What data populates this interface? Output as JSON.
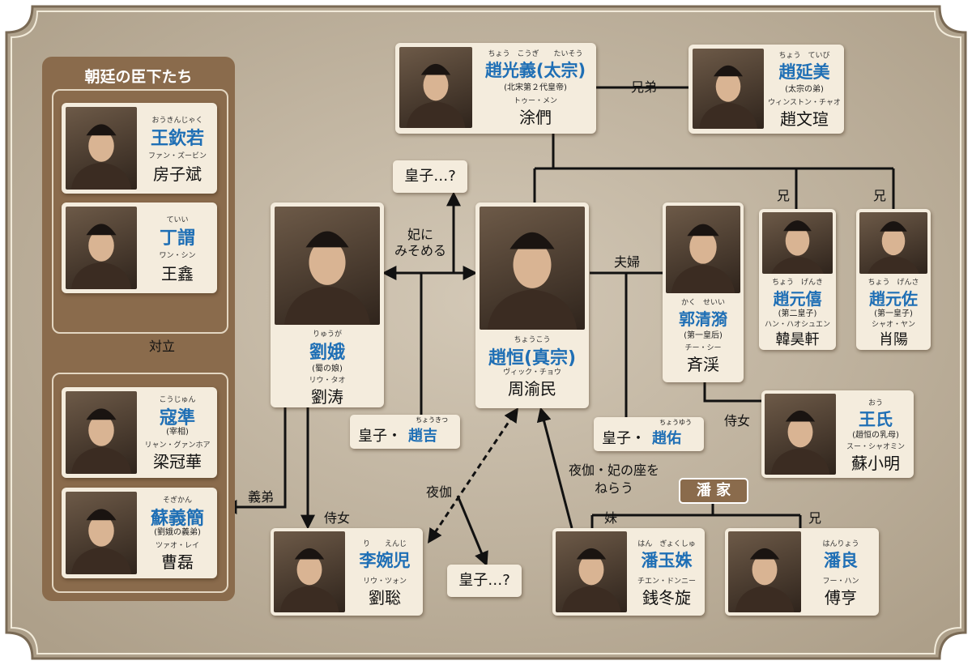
{
  "panel_title": "朝廷の臣下たち",
  "family_badge": "潘 家",
  "people": {
    "taizong": {
      "ruby": "ちょう　こうぎ　　たいそう",
      "name": "趙光義(太宗)",
      "role": "(北宋第２代皇帝)",
      "actor_ruby": "トゥー・メン",
      "actor": "涂們"
    },
    "zhaoyanmei": {
      "ruby": "ちょう　ていび",
      "name": "趙延美",
      "role": "(太宗の弟)",
      "actor_ruby": "ウィンストン・チャオ",
      "actor": "趙文瑄"
    },
    "wangqinruo": {
      "ruby": "おうきんじゃく",
      "name": "王欽若",
      "actor_ruby": "ファン・ズービン",
      "actor": "房子斌"
    },
    "dingwei": {
      "ruby": "ていい",
      "name": "丁謂",
      "actor_ruby": "ワン・シン",
      "actor": "王鑫"
    },
    "kouzhun": {
      "ruby": "こうじゅん",
      "name": "寇準",
      "role": "(宰相)",
      "actor_ruby": "リャン・グァンホア",
      "actor": "梁冠華"
    },
    "suyijian": {
      "ruby": "そぎかん",
      "name": "蘇義簡",
      "role": "(劉娥の義弟)",
      "actor_ruby": "ツァオ・レイ",
      "actor": "曹磊"
    },
    "liue": {
      "ruby": "りゅうが",
      "name": "劉娥",
      "role": "(蜀の娘)",
      "actor_ruby": "リウ・タオ",
      "actor": "劉涛"
    },
    "zhenzong": {
      "ruby": "ちょうこう",
      "name": "趙恒(真宗)",
      "actor_ruby": "ヴィック・チョウ",
      "actor": "周渝民"
    },
    "guoqingyi": {
      "ruby": "かく　せいい",
      "name": "郭清漪",
      "role": "(第一皇后)",
      "actor_ruby": "チー・シー",
      "actor": "斉渓"
    },
    "zhaoyuanxi": {
      "ruby": "ちょう　げんき",
      "name": "趙元僖",
      "role": "(第二皇子)",
      "actor_ruby": "ハン・ハオシュエン",
      "actor": "韓昊軒"
    },
    "zhaoyuanzuo": {
      "ruby": "ちょう　げんさ",
      "name": "趙元佐",
      "role": "(第一皇子)",
      "actor_ruby": "シャオ・ヤン",
      "actor": "肖陽"
    },
    "wangshi": {
      "ruby": "おう",
      "name": "王氏",
      "role": "(趙恒の乳母)",
      "actor_ruby": "スー・シャオミン",
      "actor": "蘇小明"
    },
    "liwaner": {
      "ruby": "り　　えんじ",
      "name": "李婉児",
      "actor_ruby": "リウ・ツォン",
      "actor": "劉聡"
    },
    "panyushu": {
      "ruby": "はん　ぎょくしゅ",
      "name": "潘玉姝",
      "actor_ruby": "チエン・ドンニー",
      "actor": "銭冬旋"
    },
    "panliang": {
      "ruby": "はんりょう",
      "name": "潘良",
      "actor_ruby": "フー・ハン",
      "actor": "傅亨"
    }
  },
  "tags": {
    "prince_q1": "皇子…?",
    "prince_q2": "皇子…?",
    "zhaoji_prefix": "皇子・",
    "zhaoji_name": "趙吉",
    "zhaoji_ruby": "ちょうきつ",
    "zhaoyou_prefix": "皇子・",
    "zhaoyou_name": "趙佑",
    "zhaoyou_ruby": "ちょうゆう"
  },
  "labels": {
    "brothers": "兄弟",
    "couple": "夫婦",
    "elder1": "兄",
    "elder2": "兄",
    "consort_line1": "妃に",
    "consort_line2": "みそめる",
    "oppose": "対立",
    "in_law": "義弟",
    "maid1": "侍女",
    "maid2": "侍女",
    "night1": "夜伽",
    "night2_line1": "夜伽・妃の座を",
    "night2_line2": "ねらう",
    "younger_sister": "妹",
    "elder3": "兄"
  },
  "colors": {
    "name_blue": "#1f6fb5",
    "panel_brown": "#8a6b4c",
    "card": "#f4ecdd",
    "frame": "#c3b7a4",
    "frame_border": "#7a6a55"
  }
}
